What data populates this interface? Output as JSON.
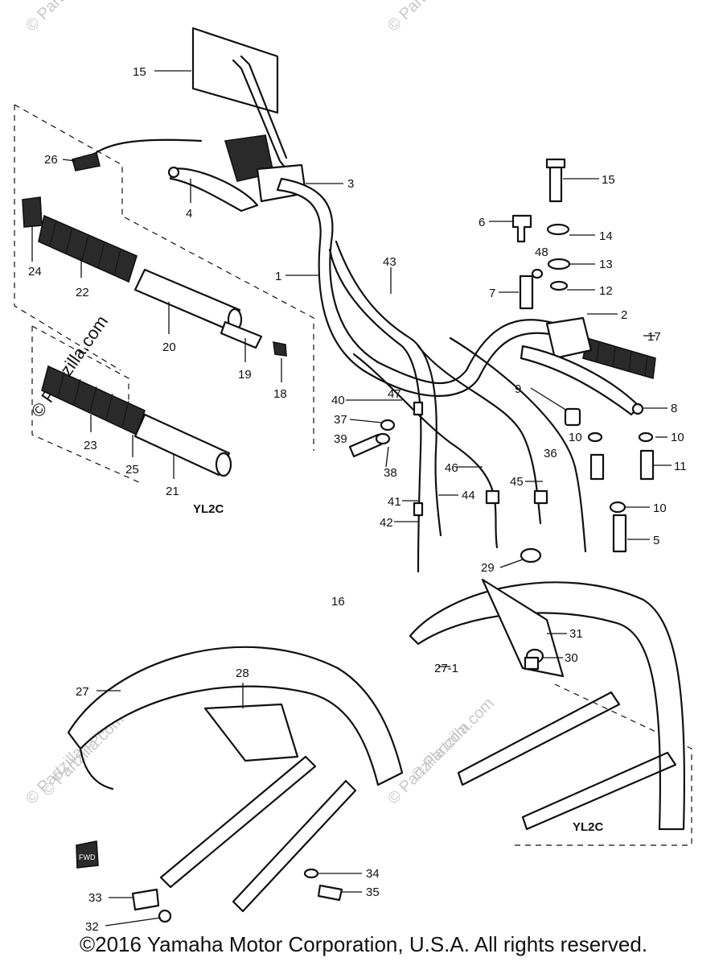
{
  "diagram": {
    "watermark_text": "© Partzilla.com",
    "side_watermark_text": "© Partzilla.com",
    "variant_labels": {
      "upper": "YL2C",
      "lower": "YL2C"
    },
    "fwd_badge": "FWD",
    "callouts": {
      "c15a": "15",
      "c26": "26",
      "c24": "24",
      "c22": "22",
      "c20": "20",
      "c19": "19",
      "c18": "18",
      "c23": "23",
      "c25": "25",
      "c21": "21",
      "c4": "4",
      "c3": "3",
      "c1": "1",
      "c43": "43",
      "c15b": "15",
      "c6": "6",
      "c14": "14",
      "c48": "48",
      "c13": "13",
      "c7": "7",
      "c12": "12",
      "c2": "2",
      "c17": "17",
      "c9": "9",
      "c8": "8",
      "c40": "40",
      "c47": "47",
      "c37": "37",
      "c39": "39",
      "c38": "38",
      "c10a": "10",
      "c10b": "10",
      "c36": "36",
      "c11": "11",
      "c46": "46",
      "c45": "45",
      "c41": "41",
      "c44": "44",
      "c42": "42",
      "c10c": "10",
      "c5": "5",
      "c29": "29",
      "c27_1": "27-1",
      "c31": "31",
      "c30": "30",
      "c27": "27",
      "c28": "28",
      "c34": "34",
      "c35": "35",
      "c33": "33",
      "c32": "32",
      "c16": "16"
    }
  },
  "footer": {
    "copyright": "©2016 Yamaha Motor Corporation, U.S.A. All rights reserved."
  }
}
